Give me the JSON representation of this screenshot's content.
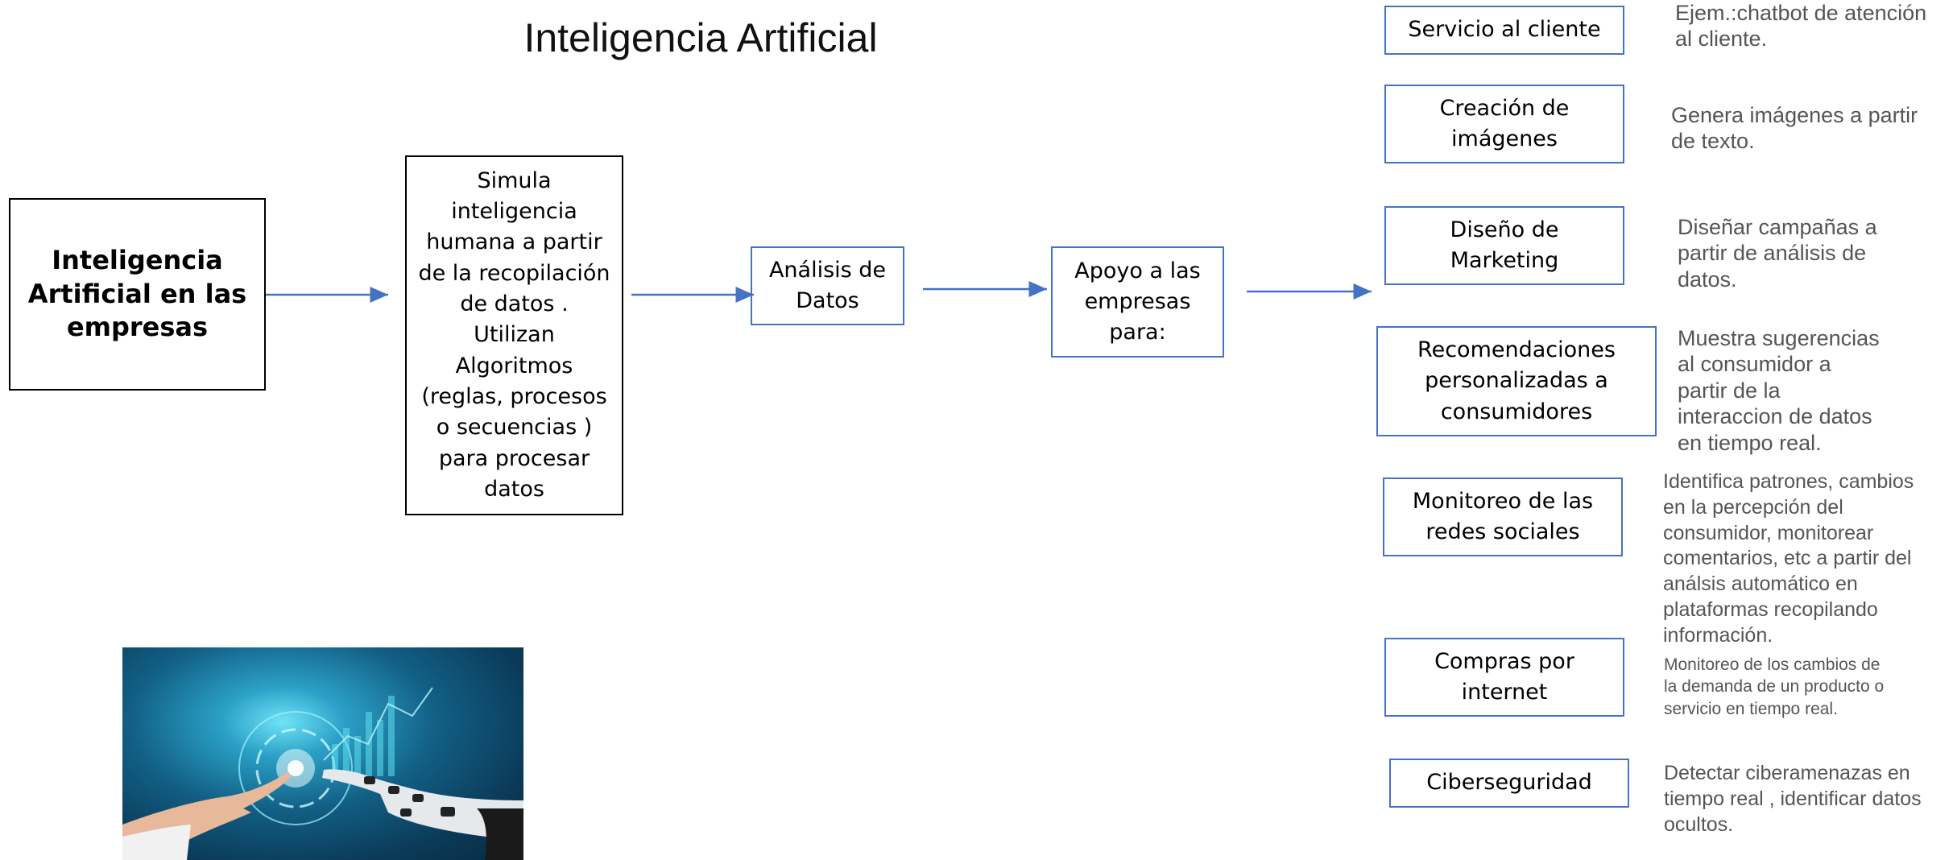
{
  "title": "Inteligencia Artificial",
  "main_box": "Inteligencia\nArtificial en las\nempresas",
  "definition_box": "Simula\ninteligencia\nhumana a partir\nde la recopilación\nde datos  .\nUtilizan\nAlgoritmos\n(reglas, procesos\no  secuencias )\npara procesar\ndatos",
  "analysis_box": "Análisis de\nDatos",
  "support_box": "Apoyo a las\nempresas\npara:",
  "uses": [
    {
      "label": "Servicio al cliente",
      "description": "Ejem.:chatbot de atención\nal cliente."
    },
    {
      "label": "Creación de\nimágenes",
      "description": "Genera imágenes a partir\nde texto."
    },
    {
      "label": "Diseño de\nMarketing",
      "description": "Diseñar campañas a\npartir de análisis de\ndatos."
    },
    {
      "label": "Recomendaciones\npersonalizadas a\nconsumidores",
      "description": "Muestra sugerencias\nal consumidor a\npartir de la\ninteraccion de datos\nen tiempo real."
    },
    {
      "label": "Monitoreo de las\nredes sociales",
      "description": "Identifica patrones, cambios\nen la percepción del\nconsumidor, monitorear\ncomentarios, etc  a partir del\nanálsis automático en\nplataformas recopilando\ninformación."
    },
    {
      "label": "Compras por\ninternet",
      "description": "Monitoreo de los cambios de\nla demanda de un producto o\nservicio en tiempo real."
    },
    {
      "label": "Ciberseguridad",
      "description": "Detectar ciberamenazas en\ntiempo real , identificar datos\nocultos."
    }
  ],
  "colors": {
    "box_border_blue": "#4472c4",
    "arrow": "#4472c4",
    "box_border_black": "#000000"
  },
  "image": {
    "icon": "ai-hands-image"
  }
}
